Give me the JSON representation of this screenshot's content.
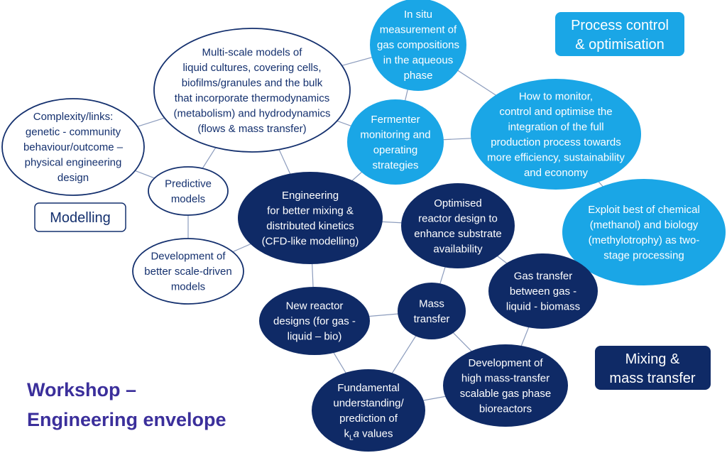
{
  "colors": {
    "dark": "#0f2a66",
    "light": "#1aa6e6",
    "title": "#3b2f9b",
    "outline": "#14306e",
    "edge": "#8c9cbd"
  },
  "title": {
    "line1": "Workshop –",
    "line2": "Engineering envelope"
  },
  "categories": {
    "process": {
      "line1": "Process control",
      "line2": "& optimisation"
    },
    "modelling": {
      "line1": "Modelling"
    },
    "mixing": {
      "line1": "Mixing &",
      "line2": "mass transfer"
    }
  },
  "nodes": {
    "complexity": [
      "Complexity/links:",
      "genetic - community",
      "behaviour/outcome –",
      "physical engineering",
      "design"
    ],
    "multiscale": [
      "Multi-scale models of",
      "liquid cultures, covering cells,",
      "biofilms/granules and the bulk",
      "that incorporate thermodynamics",
      "(metabolism) and hydrodynamics",
      "(flows & mass transfer)"
    ],
    "predictive": [
      "Predictive",
      "models"
    ],
    "scaledriven": [
      "Development of",
      "better scale-driven",
      "models"
    ],
    "engineering": [
      "Engineering",
      "for better mixing &",
      "distributed kinetics",
      "(CFD-like modelling)"
    ],
    "optimised": [
      "Optimised",
      "reactor design to",
      "enhance substrate",
      "availability"
    ],
    "fermenter": [
      "Fermenter",
      "monitoring and",
      "operating",
      "strategies"
    ],
    "insitu": [
      "In situ",
      "measurement of",
      "gas compositions",
      "in the aqueous",
      "phase"
    ],
    "howto": [
      "How to monitor,",
      "control and optimise the",
      "integration of the full",
      "production process towards",
      "more efficiency, sustainability",
      "and economy"
    ],
    "exploit": [
      "Exploit best of chemical",
      "(methanol) and biology",
      "(methylotrophy) as two-",
      "stage processing"
    ],
    "gastransfer": [
      "Gas transfer",
      "between gas -",
      "liquid - biomass"
    ],
    "newreactor": [
      "New reactor",
      "designs (for gas -",
      "liquid – bio)"
    ],
    "mass": [
      "Mass",
      "transfer"
    ],
    "fundamental": [
      "Fundamental",
      "understanding/",
      "prediction of"
    ],
    "devhigh": [
      "Development of",
      "high mass-transfer",
      "scalable gas phase",
      "bioreactors"
    ]
  },
  "kla": {
    "k": "k",
    "sub": "L",
    "a": "a",
    "rest": " values"
  }
}
